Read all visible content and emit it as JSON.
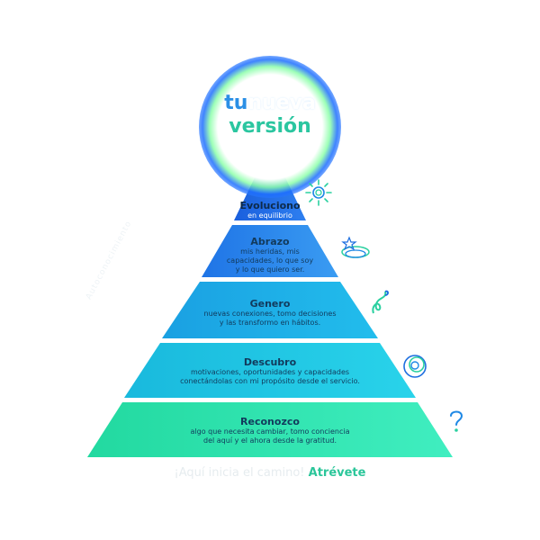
{
  "halo": {
    "tu": "tu",
    "nueva": "nueva",
    "version": "versión"
  },
  "tiers": [
    {
      "title": "Evoluciono",
      "desc": "en equilibrio"
    },
    {
      "title": "Abrazo",
      "desc": "mis heridas, mis\ncapacidades, lo que soy\ny lo que quiero ser."
    },
    {
      "title": "Genero",
      "desc": "nuevas conexiones, tomo decisiones\ny las transformo en hábitos."
    },
    {
      "title": "Descubro",
      "desc": "motivaciones, oportunidades y capacidades\nconectándolas con mi propósito desde el servicio."
    },
    {
      "title": "Reconozco",
      "desc": "algo que necesita cambiar, tomo conciencia\ndel aquí y el ahora desde la gratitud."
    }
  ],
  "side_caption": "Autoconocimiento",
  "footer": {
    "pre": "¡Aquí inicia el camino! ",
    "cta": "Atrévete"
  },
  "colors": {
    "tier1": "#1f67e0",
    "tier2": "#2b86ea",
    "tier3": "#1cb0e6",
    "tier4": "#1ec8e2",
    "tier5": "#2ee3a9",
    "accent_green": "#2bc69a",
    "accent_blue": "#2a8fe6"
  },
  "icons": [
    "sun-icon",
    "star-ring-icon",
    "curl-icon",
    "spiral-icon",
    "question-icon"
  ]
}
